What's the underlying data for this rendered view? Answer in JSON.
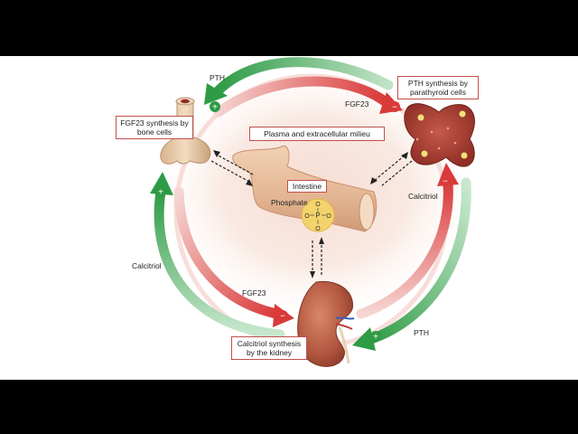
{
  "labels": {
    "fgf23_bone_box": "FGF23 synthesis by bone cells",
    "pth_parathyroid_box": "PTH synthesis by parathyroid cells",
    "plasma_box": "Plasma and  extracellular milieu",
    "intestine_box": "Intestine",
    "phosphate": "Phosphate",
    "calcitriol_kidney_box": "Calcitriol synthesis by the kidney",
    "pth_top": "PTH",
    "fgf23_top": "FGF23",
    "calcitriol_right": "Calcitriol",
    "calcitriol_left": "Calcitriol",
    "fgf23_bottom": "FGF23",
    "pth_bottom": "PTH",
    "phosphate_symbol_p": "P",
    "phosphate_symbol_o": "O"
  },
  "signs": {
    "plus": "+",
    "minus": "−"
  },
  "colors": {
    "stimulatory_green": "#2e9b45",
    "inhibitory_red": "#d93a3a",
    "box_border": "#c0504d",
    "background": "#ffffff",
    "letterbox": "#000000"
  }
}
